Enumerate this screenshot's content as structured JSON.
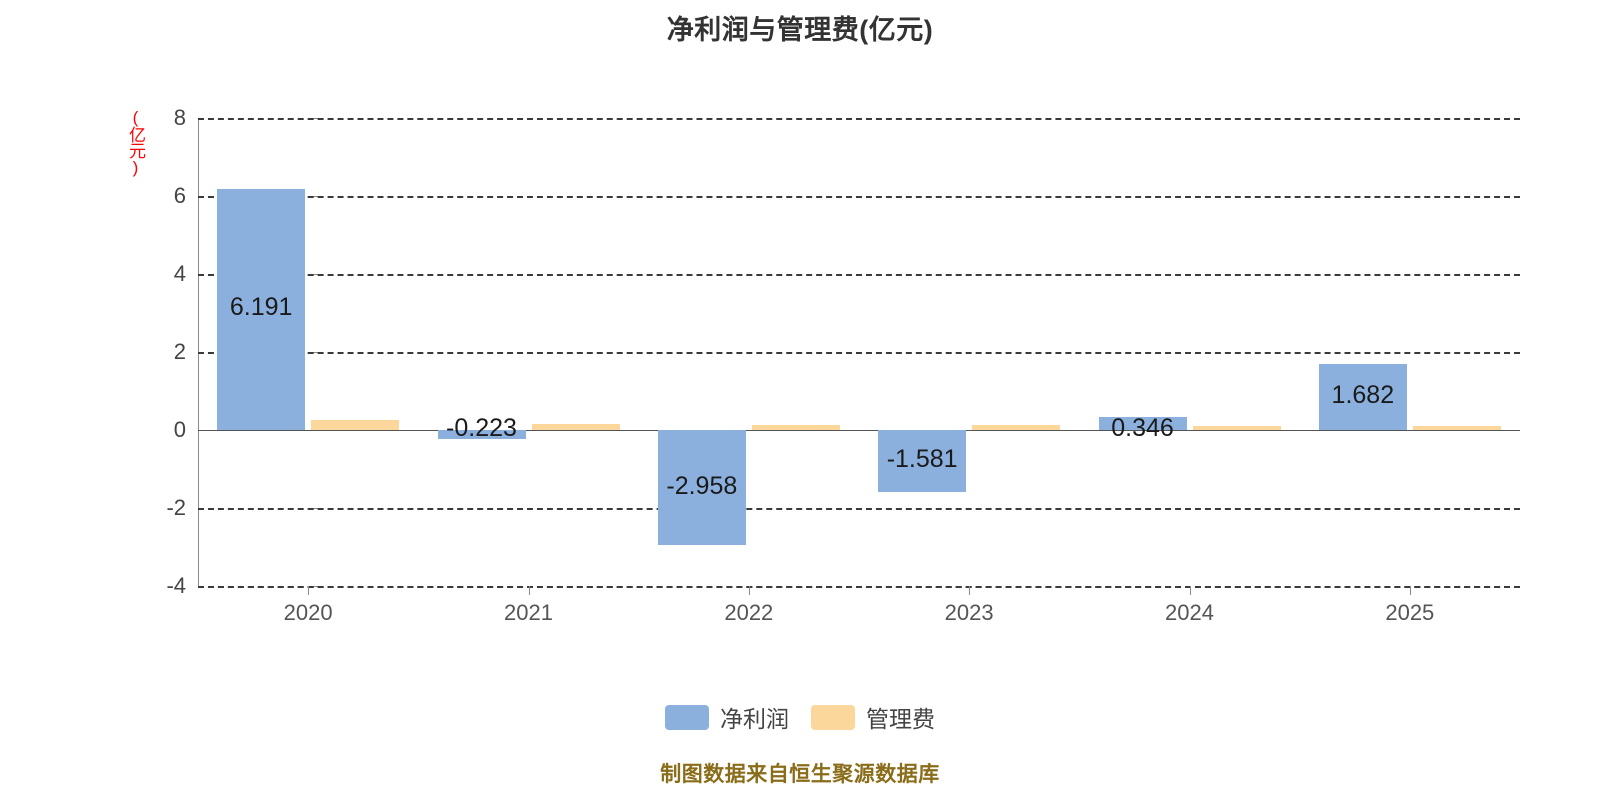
{
  "chart_data": {
    "type": "bar",
    "title": "净利润与管理费(亿元)",
    "xlabel": "",
    "ylabel": "(亿元)",
    "ylim": [
      -4,
      8
    ],
    "yticks": [
      "8",
      "6",
      "4",
      "2",
      "0",
      "-2",
      "-4"
    ],
    "ytick_values": [
      8,
      6,
      4,
      2,
      0,
      -2,
      -4
    ],
    "grid": true,
    "legend_position": "bottom",
    "categories": [
      "2020",
      "2021",
      "2022",
      "2023",
      "2024",
      "2025"
    ],
    "series": [
      {
        "name": "净利润",
        "color": "#8cb0de",
        "values": [
          6.191,
          -0.223,
          -2.958,
          -1.581,
          0.346,
          1.682
        ],
        "labels": [
          "6.191",
          "-0.223",
          "-2.958",
          "-1.581",
          "0.346",
          "1.682"
        ]
      },
      {
        "name": "管理费",
        "color": "#fcd79c",
        "values": [
          0.25,
          0.16,
          0.12,
          0.14,
          0.11,
          0.1
        ],
        "labels": [
          "",
          "",
          "",
          "",
          "",
          ""
        ]
      }
    ],
    "annotation": "制图数据来自恒生聚源数据库"
  },
  "axis": {
    "unit_label": "(亿元)",
    "unit_color": "#ff0000"
  },
  "footer": {
    "note": "制图数据来自恒生聚源数据库"
  }
}
